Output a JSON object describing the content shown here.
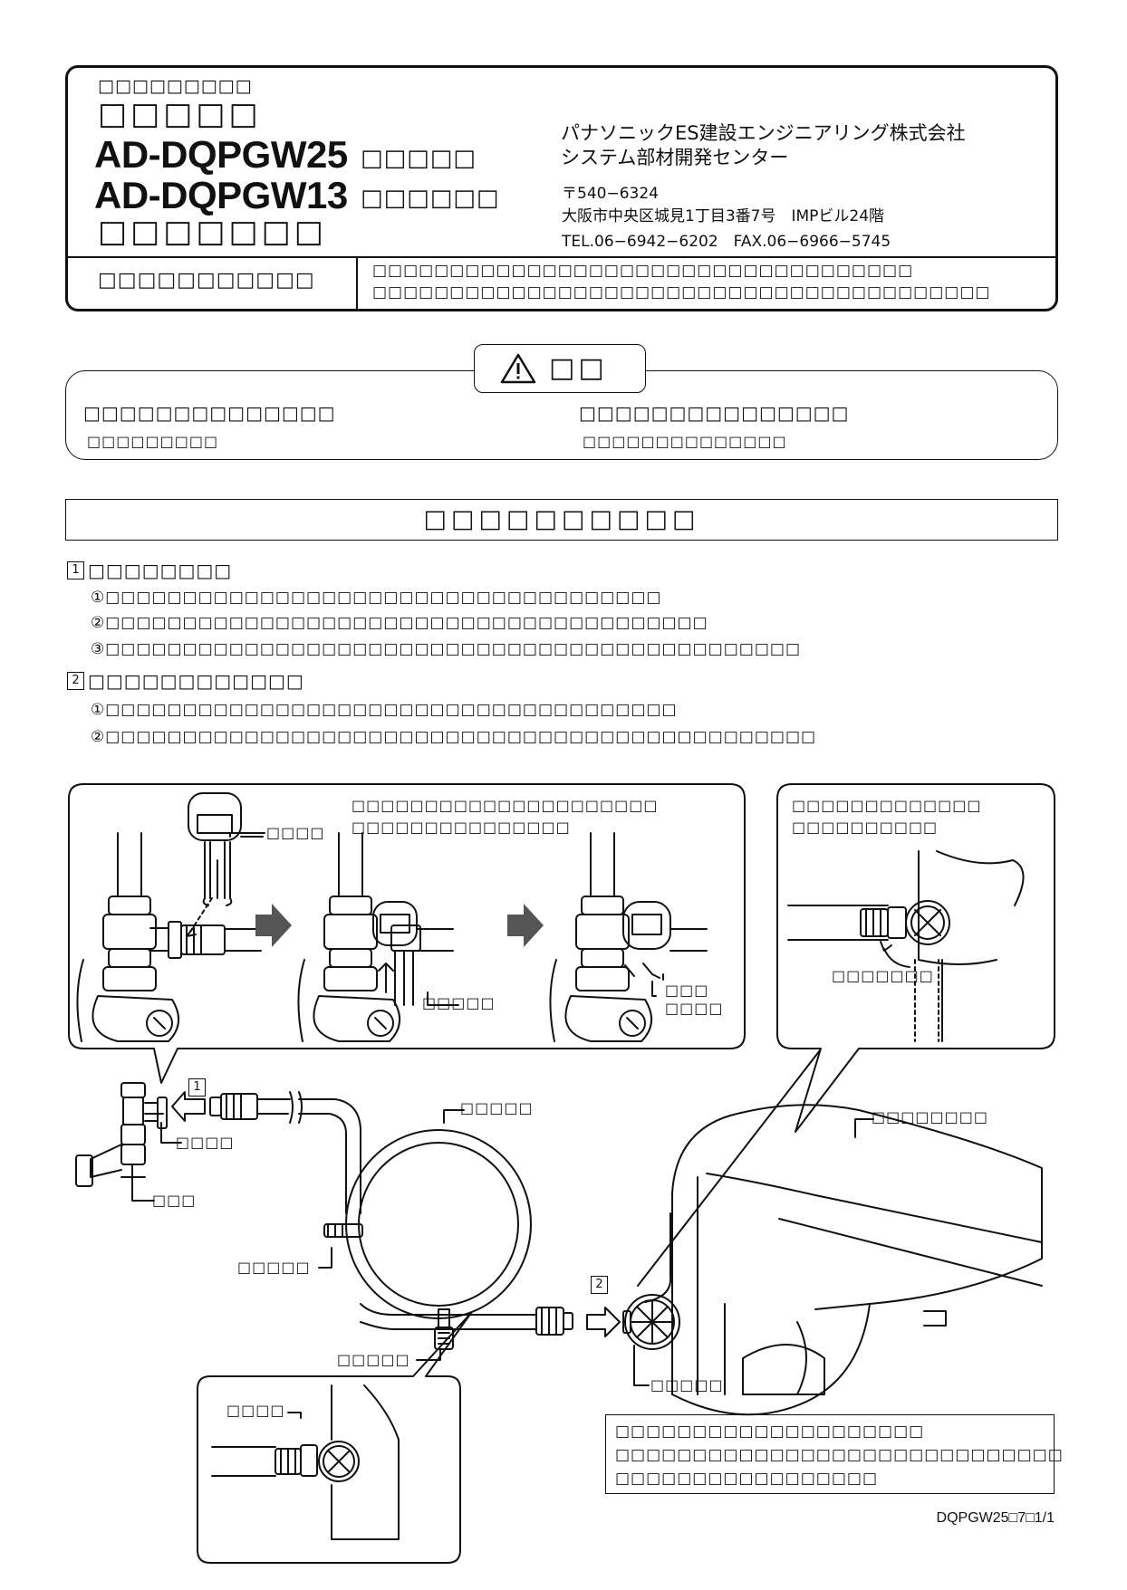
{
  "header": {
    "top_caption": "□□□□□□□□□",
    "sub_title": "□□□□□",
    "model_1": "AD-DQPGW25",
    "model_1_suffix": "□□□□□",
    "model_2": "AD-DQPGW13",
    "model_2_suffix": "□□□□□□",
    "doc_kind": "□□□□□□□",
    "company_line_1": "パナソニックES建設エンジニアリング株式会社",
    "company_line_2": "システム部材開発センター",
    "postal": "〒540−6324",
    "address": "大阪市中央区城見1丁目3番7号　IMPビル24階",
    "tel_fax": "TEL.06−6942−6202　FAX.06−6966−5745",
    "note_label": "□□□□□□□□□□□",
    "note_line_1": "□□□□□□□□□□□□□□□□□□□□□□□□□□□□□□□□□□□",
    "note_line_2": "□□□□□□□□□□□□□□□□□□□□□□□□□□□□□□□□□□□□□□□□"
  },
  "caution": {
    "tab_label": "□□",
    "left_title": "□□□□□□□□□□□□□□",
    "left_body": "□□□□□□□□□",
    "right_title": "□□□□□□□□□□□□□□□",
    "right_body": "□□□□□□□□□□□□□□"
  },
  "procedure": {
    "title": "□□□□□□□□□□",
    "step1": {
      "num": "1",
      "heading": "□□□□□□□□",
      "items": [
        "①□□□□□□□□□□□□□□□□□□□□□□□□□□□□□□□□□□□□",
        "②□□□□□□□□□□□□□□□□□□□□□□□□□□□□□□□□□□□□□□□",
        "③□□□□□□□□□□□□□□□□□□□□□□□□□□□□□□□□□□□□□□□□□□□□□"
      ]
    },
    "step2": {
      "num": "2",
      "heading": "□□□□□□□□□□□□",
      "items": [
        "①□□□□□□□□□□□□□□□□□□□□□□□□□□□□□□□□□□□□□",
        "②□□□□□□□□□□□□□□□□□□□□□□□□□□□□□□□□□□□□□□□□□□□□□□"
      ]
    }
  },
  "diagram": {
    "clip_label": "□□□□",
    "callout_text_1": "□□□□□□□□□□□□□□□□□□□□□",
    "callout_text_2": "□□□□□□□□□□□□□□□",
    "push_label": "□□□□□",
    "lock_label_1": "□□□",
    "lock_label_2": "□□□□",
    "right_text_1": "□□□□□□□□□□□□□",
    "right_text_2": "□□□□□□□□□□",
    "right_label": "□□□□□□□",
    "step1_marker": "1",
    "step2_marker": "2",
    "tee_clip_label": "□□□□",
    "valve_label": "□□□",
    "hose_label": "□□□□□",
    "band_label": "□□□□□",
    "drain_label": "□□□□□",
    "toilet_seat_label": "□□□□□□□□",
    "inlet_label": "□□□□□",
    "bottom_clip_label": "□□□□",
    "note_lines": [
      "□□□□□□□□□□□□□□□□□□□□",
      "□□□□□□□□□□□□□□□□□□□□□□□□□□□□□",
      "□□□□□□□□□□□□□□□□□"
    ]
  },
  "footer": {
    "doc_code": "DQPGW25□7□1/1"
  }
}
